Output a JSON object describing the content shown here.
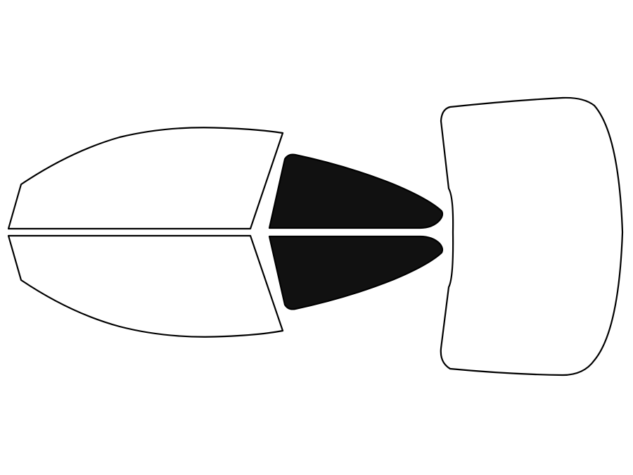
{
  "diagram": {
    "colors": {
      "background": "#ffffff",
      "outline": "#000000",
      "tinted": "#111111",
      "clear": "#ffffff"
    },
    "windows": [
      {
        "id": "front-door-window-top",
        "tinted": false
      },
      {
        "id": "front-door-window-bottom",
        "tinted": false
      },
      {
        "id": "rear-door-window-top",
        "tinted": true
      },
      {
        "id": "rear-door-window-bottom",
        "tinted": true
      },
      {
        "id": "rear-windshield",
        "tinted": false
      }
    ]
  }
}
